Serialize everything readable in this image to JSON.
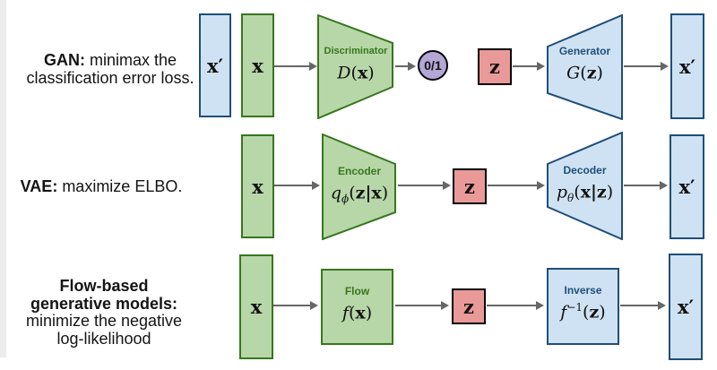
{
  "palette": {
    "green_fill": "#b7d7a8",
    "green_border": "#38761d",
    "blue_fill": "#cfe2f3",
    "blue_border": "#1f4e79",
    "red_fill": "#ea9999",
    "purple_fill": "#b4a7d6",
    "arrow": "#666666",
    "text": "#141414"
  },
  "captions": {
    "gan": {
      "bold": "GAN:",
      "rest": " minimax the",
      "line2": "classification error loss."
    },
    "vae": {
      "bold": "VAE:",
      "rest": " maximize ELBO."
    },
    "flow": {
      "bold1": "Flow-based",
      "bold2": "generative models:",
      "line3": "minimize the negative",
      "line4": "log-likelihood"
    }
  },
  "gan": {
    "x_recon": {
      "label": "x′"
    },
    "x": {
      "label": "x"
    },
    "discriminator": {
      "title": "Discriminator",
      "formula": {
        "base": "D",
        "open": "(",
        "arg": "x",
        "close": ")"
      }
    },
    "output": {
      "label": "0/1"
    },
    "z": {
      "label": "z"
    },
    "generator": {
      "title": "Generator",
      "formula": {
        "base": "G",
        "open": "(",
        "arg": "z",
        "close": ")"
      }
    },
    "x_out": {
      "label": "x′"
    }
  },
  "vae": {
    "x": {
      "label": "x"
    },
    "encoder": {
      "title": "Encoder",
      "formula": {
        "base": "q",
        "sub": "ϕ",
        "open": "(",
        "arg": "z|x",
        "close": ")"
      }
    },
    "z": {
      "label": "z"
    },
    "decoder": {
      "title": "Decoder",
      "formula": {
        "base": "p",
        "sub": "θ",
        "open": "(",
        "arg": "x|z",
        "close": ")"
      }
    },
    "x_out": {
      "label": "x′"
    }
  },
  "flow": {
    "x": {
      "label": "x"
    },
    "flow": {
      "title": "Flow",
      "formula": {
        "base": "f",
        "open": "(",
        "arg": "x",
        "close": ")"
      }
    },
    "z": {
      "label": "z"
    },
    "inverse": {
      "title": "Inverse",
      "formula": {
        "base": "f",
        "sup": "−1",
        "open": "(",
        "arg": "z",
        "close": ")"
      }
    },
    "x_out": {
      "label": "x′"
    }
  }
}
